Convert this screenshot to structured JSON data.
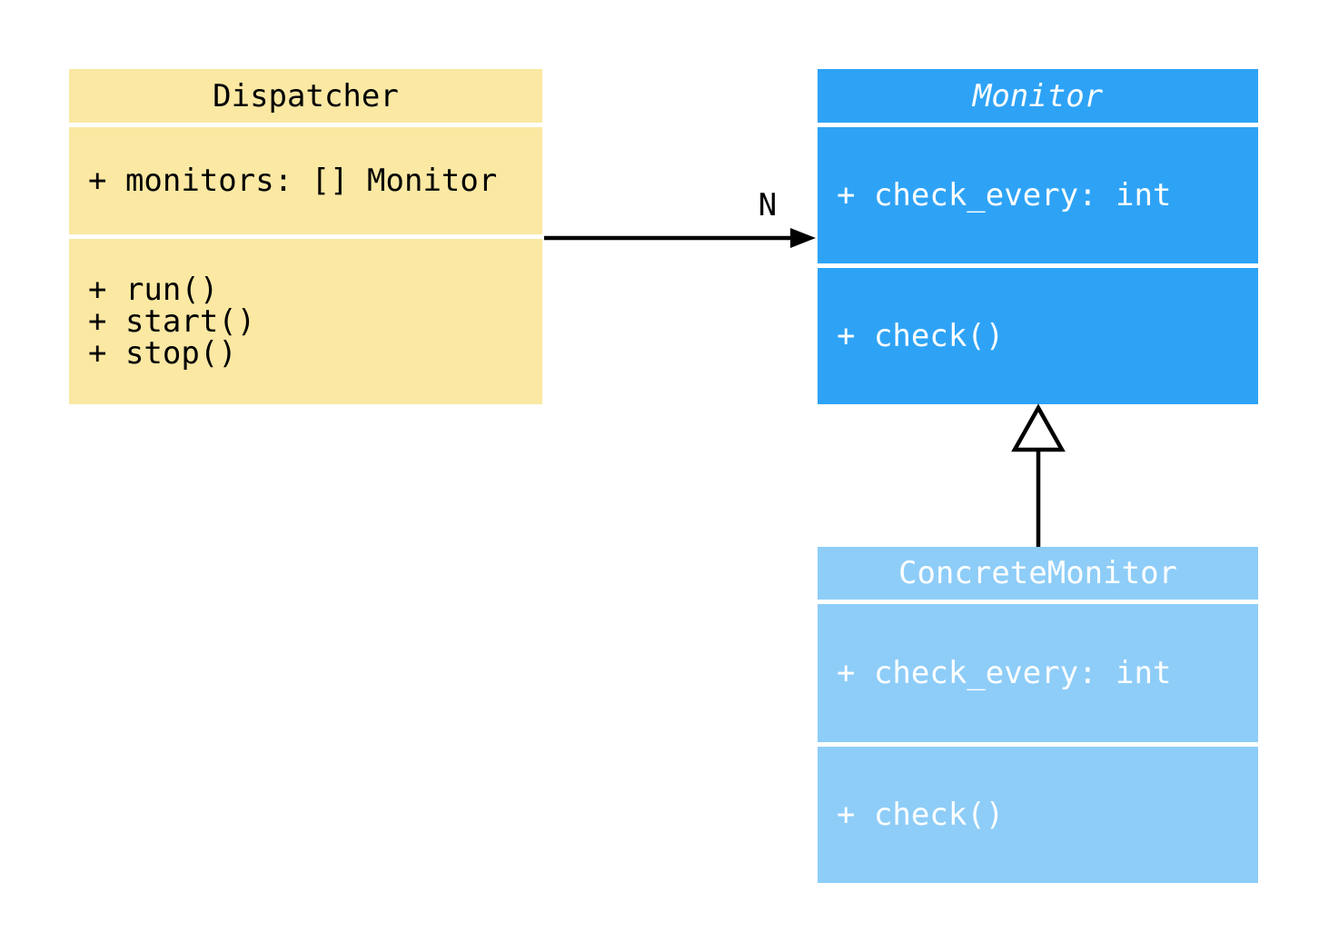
{
  "diagram_type": "uml-class-diagram",
  "classes": {
    "dispatcher": {
      "name": "Dispatcher",
      "abstract": false,
      "fill_color": "#FAE8A3",
      "text_color": "#000000",
      "attributes": [
        "+ monitors: [] Monitor"
      ],
      "methods": [
        "+ run()",
        "+ start()",
        "+ stop()"
      ]
    },
    "monitor": {
      "name": "Monitor",
      "abstract": true,
      "fill_color": "#2EA3F6",
      "text_color": "#FFFFFF",
      "attributes": [
        "+ check_every: int"
      ],
      "methods": [
        "+ check()"
      ]
    },
    "concrete_monitor": {
      "name": "ConcreteMonitor",
      "abstract": false,
      "fill_color": "#8ECDF8",
      "text_color": "#FFFFFF",
      "attributes": [
        "+ check_every: int"
      ],
      "methods": [
        "+ check()"
      ]
    }
  },
  "relations": {
    "association": {
      "type": "association",
      "from": "Dispatcher",
      "to": "Monitor",
      "label": "N"
    },
    "inheritance": {
      "type": "inheritance",
      "from": "ConcreteMonitor",
      "to": "Monitor"
    }
  },
  "colors": {
    "background": "#FFFFFF",
    "line": "#000000"
  }
}
